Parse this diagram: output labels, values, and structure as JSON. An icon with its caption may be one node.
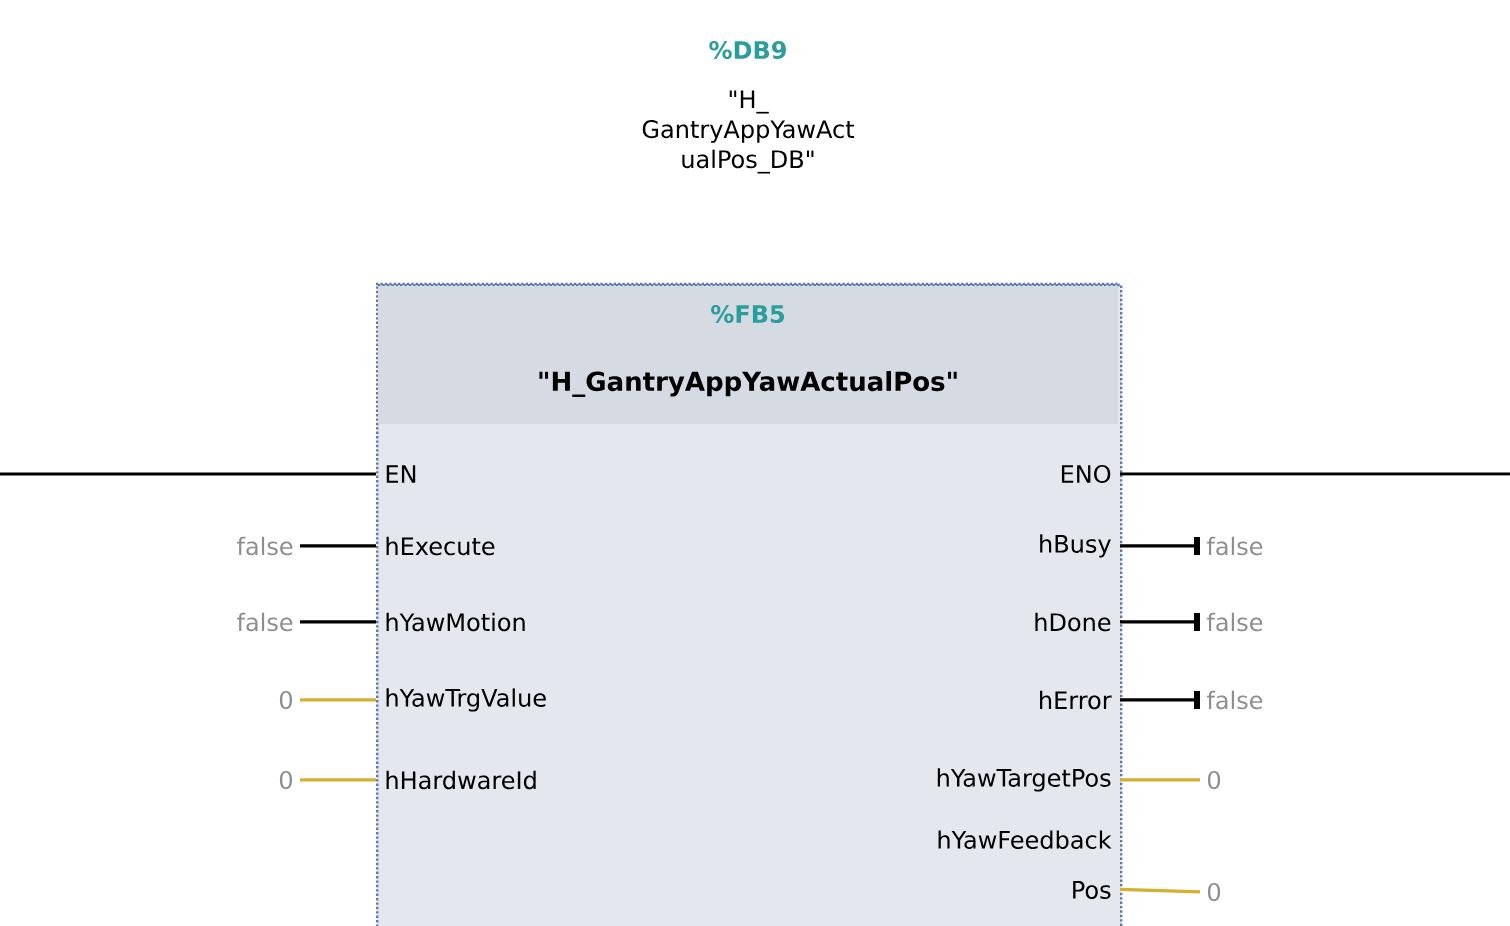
{
  "diagram": {
    "nodes": [
      {
        "text": [
          "%FB5",
          "\"H_GantryAppYawActualPos\""
        ],
        "beside": [
          "%DB9",
          "\"H_ GantryAppYawAct ualPos_DB\""
        ]
      },
      {
        "text": [
          "EN"
        ],
        "in": 0
      },
      {
        "text": [
          "hExecute"
        ],
        "in": 0
      },
      {
        "text": [
          "hYawMotion"
        ],
        "in": 0
      },
      {
        "text": [
          "hYawTrgValue"
        ],
        "in": 0
      },
      {
        "text": [
          "hHardwareId"
        ],
        "in": 0
      },
      {
        "text": [
          "ENO"
        ],
        "in": 0
      },
      {
        "text": [
          "hBusy"
        ],
        "in": 0
      },
      {
        "text": [
          "hDone"
        ],
        "in": 0
      },
      {
        "text": [
          "hError"
        ],
        "in": 0
      },
      {
        "text": [
          "hYawTargetPos"
        ],
        "in": 0
      },
      {
        "text": [
          "hYawFeedback Pos"
        ],
        "in": 0
      },
      {
        "text": [
          "false"
        ]
      },
      {
        "text": [
          "false"
        ]
      },
      {
        "text": [
          "0"
        ]
      },
      {
        "text": [
          "0"
        ]
      },
      {
        "text": [
          "false"
        ]
      },
      {
        "text": [
          "false"
        ]
      },
      {
        "text": [
          "false"
        ]
      },
      {
        "text": [
          "0"
        ]
      },
      {
        "text": [
          "0"
        ]
      }
    ],
    "edges": [
      {
        "from": null,
        "to": 1,
        "arrow": "none"
      },
      {
        "from": 12,
        "to": 2,
        "arrow": "none"
      },
      {
        "from": 13,
        "to": 3,
        "arrow": "none"
      },
      {
        "from": 14,
        "to": 4,
        "arrow": "none",
        "color": "#d4b030"
      },
      {
        "from": 15,
        "to": 5,
        "arrow": "none",
        "color": "#d4b030"
      },
      {
        "from": 6,
        "to": null,
        "arrow": "none"
      },
      {
        "from": 7,
        "to": 16,
        "arrow": "other"
      },
      {
        "from": 8,
        "to": 17,
        "arrow": "other"
      },
      {
        "from": 9,
        "to": 18,
        "arrow": "other"
      },
      {
        "from": 10,
        "to": 19,
        "arrow": "none",
        "color": "#d4b030"
      },
      {
        "from": 11,
        "to": 20,
        "arrow": "none",
        "color": "#d4b030"
      }
    ]
  }
}
